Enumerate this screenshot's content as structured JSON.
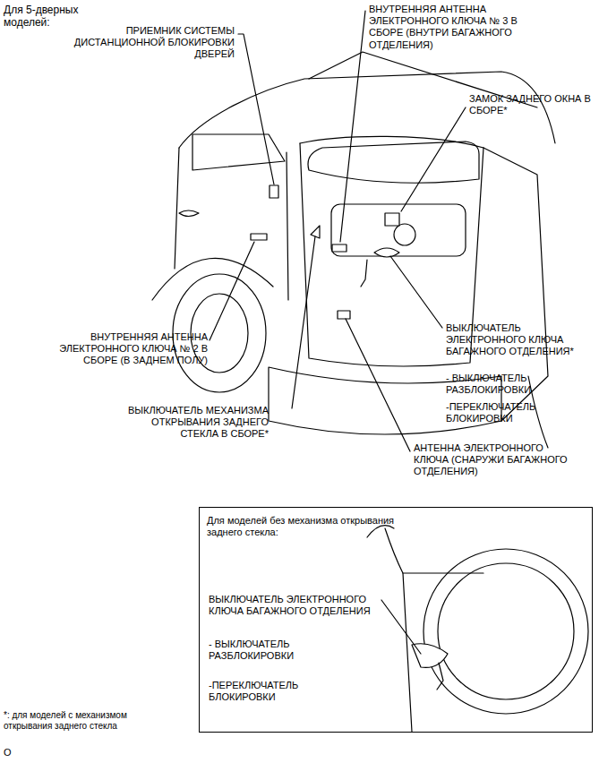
{
  "diagram": {
    "title": "Для 5-дверных моделей:",
    "nodes": [
      {
        "text": [
          "Для моделей без механизма открывания заднего стекла:",
          "ВЫКЛЮЧАТЕЛЬ ЭЛЕКТРОННОГО КЛЮЧА БАГАЖНОГО ОТДЕЛЕНИЯ",
          "- ВЫКЛЮЧАТЕЛЬ РАЗБЛОКИРОВКИ",
          "-ПЕРЕКЛЮЧАТЕЛЬ БЛОКИРОВКИ"
        ]
      }
    ],
    "labels": [
      "ПРИЕМНИК СИСТЕМЫ ДИСТАНЦИОННОЙ БЛОКИРОВКИ ДВЕРЕЙ",
      "ВНУТРЕННЯЯ АНТЕННА ЭЛЕКТРОННОГО КЛЮЧА № 3 В СБОРЕ (ВНУТРИ БАГАЖНОГО ОТДЕЛЕНИЯ)",
      "ЗАМОК ЗАДНЕГО ОКНА В СБОРЕ*",
      "ВЫКЛЮЧАТЕЛЬ ЭЛЕКТРОННОГО КЛЮЧА БАГАЖНОГО ОТДЕЛЕНИЯ*",
      "- ВЫКЛЮЧАТЕЛЬ РАЗБЛОКИРОВКИ",
      "-ПЕРЕКЛЮЧАТЕЛЬ БЛОКИРОВКИ",
      "АНТЕННА ЭЛЕКТРОННОГО КЛЮЧА (СНАРУЖИ БАГАЖНОГО ОТДЕЛЕНИЯ)",
      "ВНУТРЕННЯЯ АНТЕННА ЭЛЕКТРОННОГО КЛЮЧА № 2 В СБОРЕ (В ЗАДНЕМ ПОЛУ)",
      "ВЫКЛЮЧАТЕЛЬ МЕХАНИЗМА ОТКРЫВАНИЯ ЗАДНЕГО СТЕКЛА В СБОРЕ*",
      "*: для моделей с механизмом открывания заднего стекла",
      "O"
    ]
  }
}
